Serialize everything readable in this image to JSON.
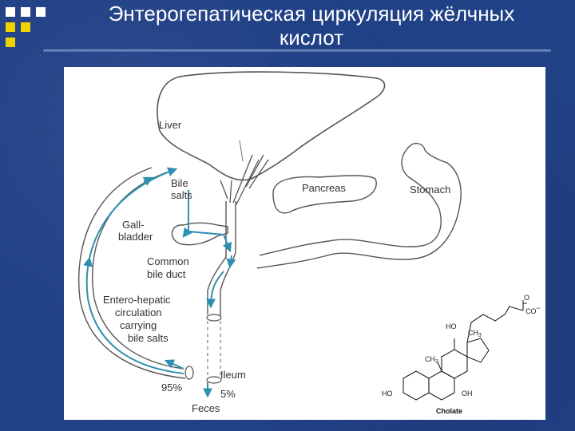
{
  "slide": {
    "title_line1": "Энтерогепатическая циркуляция жёлчных",
    "title_line2": "кислот"
  },
  "diagram": {
    "liver": "Liver",
    "bile_salts_1": "Bile",
    "bile_salts_2": "salts",
    "gallbladder_1": "Gall-",
    "gallbladder_2": "bladder",
    "pancreas": "Pancreas",
    "stomach": "Stomach",
    "common_bile_duct_1": "Common",
    "common_bile_duct_2": "bile duct",
    "circulation_1": "Entero-hepatic",
    "circulation_2": "circulation",
    "circulation_3": "carrying",
    "circulation_4": "bile salts",
    "reabsorbed_pct": "95%",
    "ileum": "Ileum",
    "excreted_pct": "5%",
    "feces": "Feces"
  },
  "structure": {
    "caption": "Cholate",
    "o_label": "O",
    "carboxylate": "CO",
    "carboxylate_charge": "−",
    "ho_top": "HO",
    "ch3_top": "CH",
    "ch3_top_sub": "3",
    "ch3_mid": "CH",
    "ch3_mid_sub": "3",
    "ho_left": "HO",
    "oh_right": "OH"
  },
  "colors": {
    "arrow": "#2f8fb0",
    "outline": "#555555"
  }
}
